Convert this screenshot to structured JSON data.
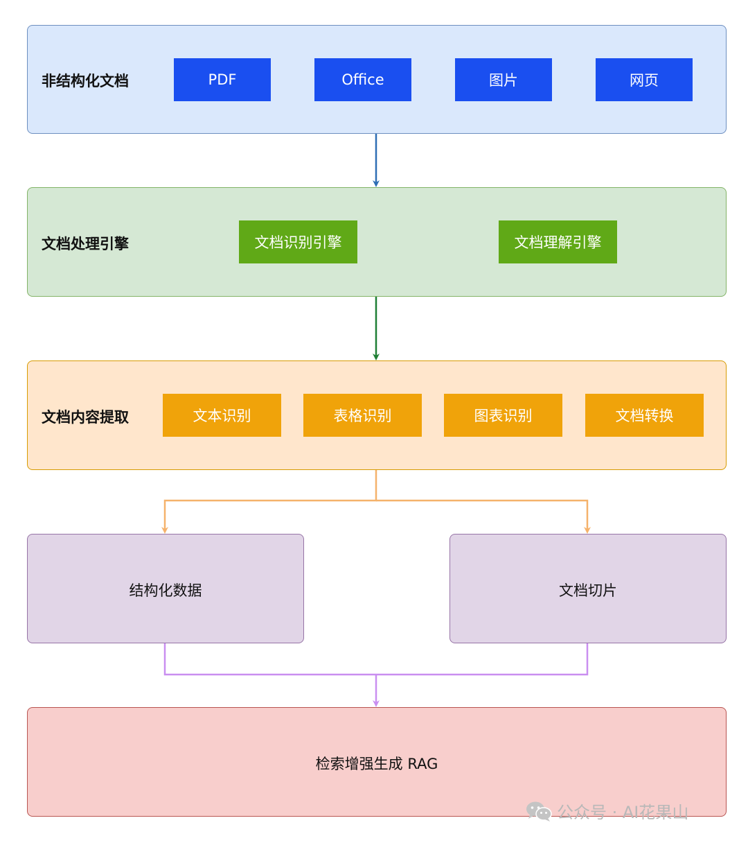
{
  "colors": {
    "blue_panel_bg": "#dae8fc",
    "blue_panel_border": "#6c8ebf",
    "blue_node": "#1a4ff0",
    "green_panel_bg": "#d5e8d4",
    "green_panel_border": "#82b366",
    "green_node": "#60a917",
    "orange_panel_bg": "#ffe6cc",
    "orange_panel_border": "#d79b00",
    "orange_node": "#f0a30a",
    "purple_box_bg": "#e1d5e7",
    "purple_box_border": "#9673a6",
    "red_box_bg": "#f8cecc",
    "red_box_border": "#b85450",
    "arrow_blue": "#2e6db4",
    "arrow_green": "#1e7e34",
    "arrow_orange": "#f5b26b",
    "arrow_purple": "#c98ef0"
  },
  "unstructured": {
    "label": "非结构化文档",
    "items": [
      "PDF",
      "Office",
      "图片",
      "网页"
    ]
  },
  "engine": {
    "label": "文档处理引擎",
    "items": [
      "文档识别引擎",
      "文档理解引擎"
    ]
  },
  "extraction": {
    "label": "文档内容提取",
    "items": [
      "文本识别",
      "表格识别",
      "图表识别",
      "文档转换"
    ]
  },
  "outputs": {
    "structured": "结构化数据",
    "chunks": "文档切片"
  },
  "rag": {
    "label": "检索增强生成 RAG"
  },
  "watermark": {
    "text": "公众号 · AI花果山",
    "icon": "wechat-icon"
  }
}
